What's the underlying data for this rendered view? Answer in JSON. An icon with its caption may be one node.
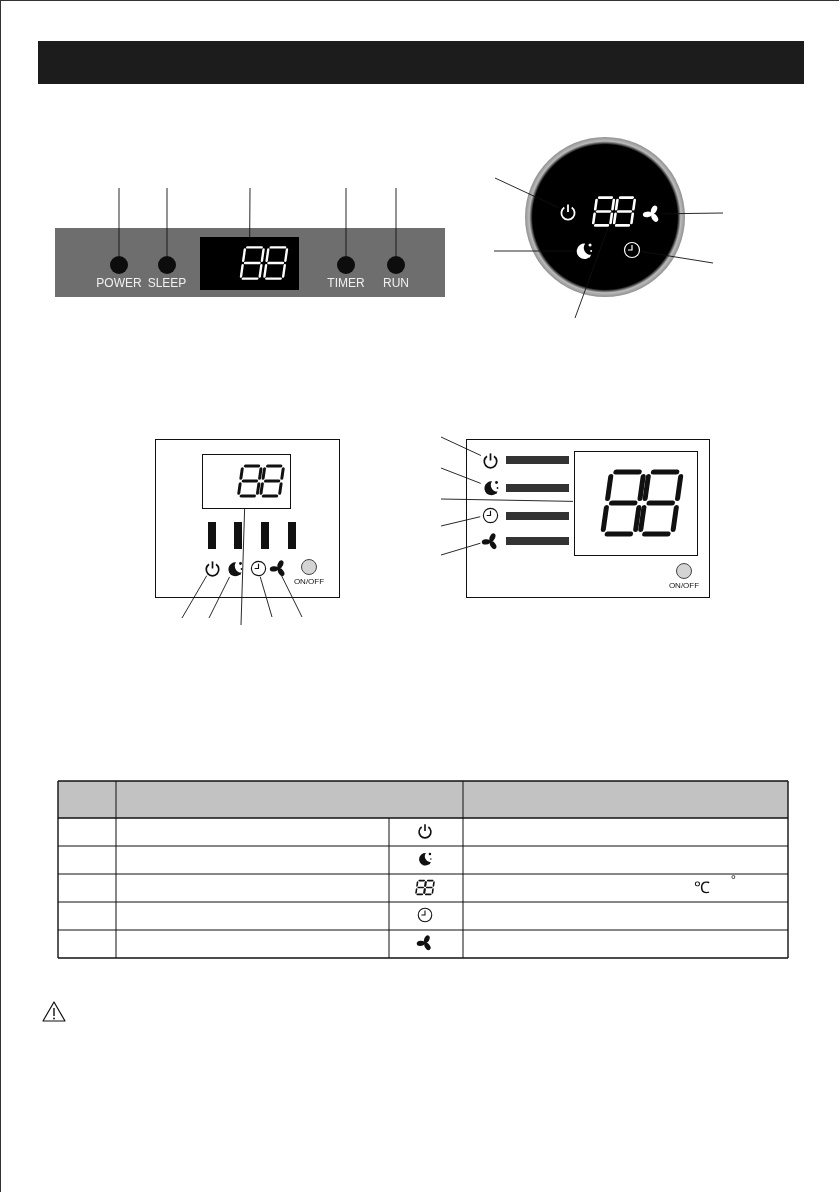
{
  "diagram": {
    "nodes": [
      {
        "text": [],
        "shape": "box"
      },
      {
        "text": [
          "POWER"
        ],
        "in": 0
      },
      {
        "text": [
          "SLEEP"
        ],
        "in": 0
      },
      {
        "text": [],
        "shape": "display",
        "in": 0
      },
      {
        "text": [
          "TIMER"
        ],
        "in": 0
      },
      {
        "text": [
          "RUN"
        ],
        "in": 0
      },
      {
        "text": [],
        "shape": "circle"
      },
      {
        "text": [],
        "shape": "icon",
        "in": 6
      },
      {
        "text": [],
        "shape": "display",
        "in": 6
      },
      {
        "text": [],
        "shape": "icon",
        "in": 6
      },
      {
        "text": [],
        "shape": "icon",
        "in": 6
      },
      {
        "text": [],
        "shape": "icon",
        "in": 6
      },
      {
        "text": [],
        "shape": "box"
      },
      {
        "text": [],
        "shape": "display",
        "in": 12
      },
      {
        "text": [],
        "shape": "icon",
        "in": 12
      },
      {
        "text": [],
        "shape": "icon",
        "in": 12
      },
      {
        "text": [],
        "shape": "icon",
        "in": 12
      },
      {
        "text": [],
        "shape": "icon",
        "in": 12
      },
      {
        "text": [
          "ON/OFF"
        ],
        "in": 12
      },
      {
        "text": [],
        "shape": "box"
      },
      {
        "text": [],
        "shape": "icon",
        "in": 19
      },
      {
        "text": [],
        "shape": "icon",
        "in": 19
      },
      {
        "text": [],
        "shape": "display",
        "in": 19
      },
      {
        "text": [],
        "shape": "icon",
        "in": 19
      },
      {
        "text": [],
        "shape": "icon",
        "in": 19
      },
      {
        "text": [
          "ON/OFF"
        ],
        "in": 19
      },
      {
        "text": [],
        "shape": "bar"
      }
    ],
    "edges": [
      {
        "from": null,
        "to": 1,
        "arrow": "none"
      },
      {
        "from": null,
        "to": 2,
        "arrow": "none"
      },
      {
        "from": null,
        "to": 3,
        "arrow": "none"
      },
      {
        "from": null,
        "to": 4,
        "arrow": "none"
      },
      {
        "from": null,
        "to": 5,
        "arrow": "none"
      },
      {
        "from": null,
        "to": 7,
        "arrow": "none"
      },
      {
        "from": null,
        "to": 10,
        "arrow": "none"
      },
      {
        "from": null,
        "to": 8,
        "arrow": "none"
      },
      {
        "from": null,
        "to": 9,
        "arrow": "none"
      },
      {
        "from": null,
        "to": 11,
        "arrow": "none"
      },
      {
        "from": null,
        "to": 14,
        "arrow": "none"
      },
      {
        "from": null,
        "to": 15,
        "arrow": "none"
      },
      {
        "from": null,
        "to": 13,
        "arrow": "none"
      },
      {
        "from": null,
        "to": 16,
        "arrow": "none"
      },
      {
        "from": null,
        "to": 17,
        "arrow": "none"
      },
      {
        "from": null,
        "to": 20,
        "arrow": "none"
      },
      {
        "from": null,
        "to": 21,
        "arrow": "none"
      },
      {
        "from": null,
        "to": 22,
        "arrow": "none"
      },
      {
        "from": null,
        "to": 23,
        "arrow": "none"
      },
      {
        "from": null,
        "to": 24,
        "arrow": "none"
      }
    ],
    "labels": [
      "℃",
      "°"
    ]
  }
}
